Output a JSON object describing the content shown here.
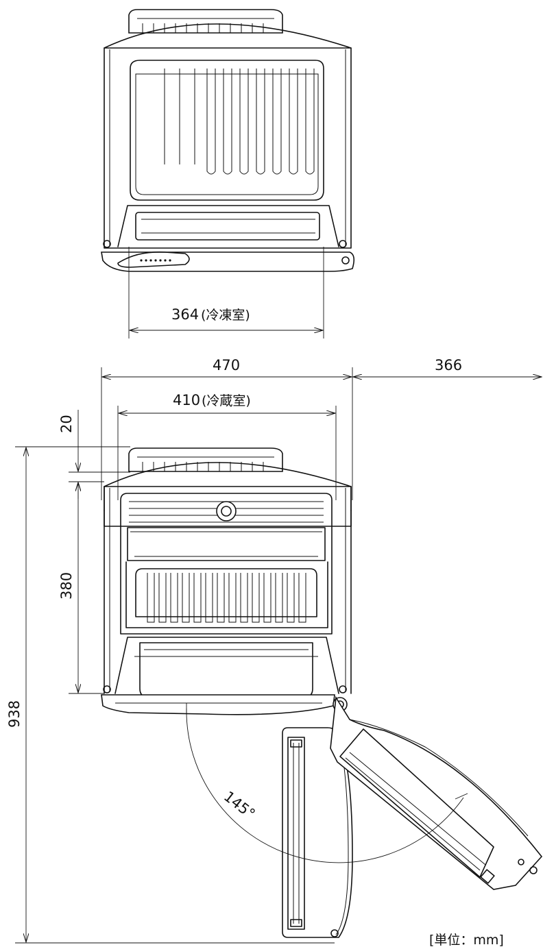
{
  "dimensions": {
    "freezer_width": "364",
    "freezer_label": "(冷凍室)",
    "total_width": "470",
    "door_clearance": "366",
    "fridge_width": "410",
    "fridge_label": "(冷蔵室)",
    "top_gap": "20",
    "fridge_depth": "380",
    "total_depth": "938",
    "door_angle": "145°"
  },
  "unit_note": "[単位：mm]"
}
